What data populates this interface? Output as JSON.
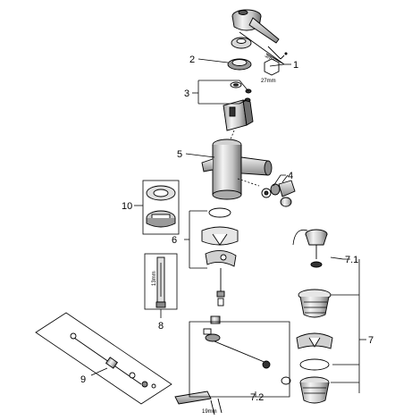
{
  "callouts": {
    "c1": "1",
    "c2": "2",
    "c3": "3",
    "c4": "4",
    "c5": "5",
    "c6": "6",
    "c7": "7",
    "c71": "7.1",
    "c72": "7.2",
    "c8": "8",
    "c9": "9",
    "c10": "10"
  },
  "dimensions": {
    "wrench": "27mm",
    "hex_key": "3mm",
    "ruler": "13mm",
    "pipe": "19mm"
  },
  "colors": {
    "line": "#000000",
    "metal_light": "#e8e8e8",
    "metal_mid": "#b0b0b0",
    "metal_dark": "#555555",
    "background": "#ffffff"
  }
}
